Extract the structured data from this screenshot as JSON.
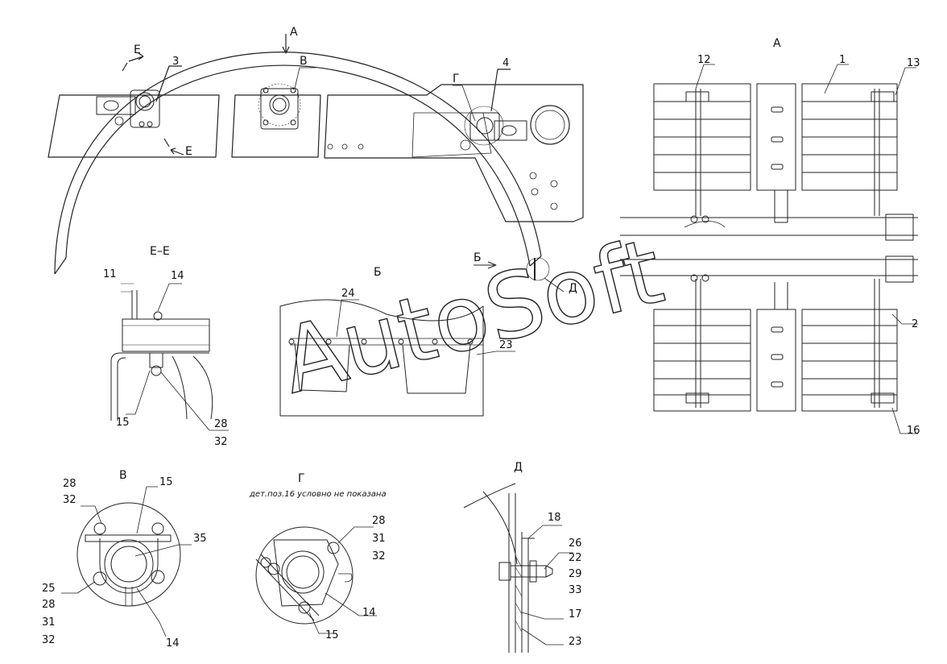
{
  "views": {
    "main_arrow_A": "А",
    "main_sec_E_top": "Е",
    "main_sec_E_bottom": "Е",
    "main_ref_V": "В",
    "main_ref_G": "Г",
    "main_ref_B": "Б",
    "main_ref_D": "Д",
    "view_A_title": "А",
    "view_B_title": "Б",
    "section_EE_title": "Е–Е",
    "detail_V_title": "В",
    "detail_G_title": "Г",
    "detail_G_note": "дет.поз.16 условно не показана",
    "detail_D_title": "Д"
  },
  "callouts": {
    "main_3": "3",
    "main_4": "4",
    "viewA_1": "1",
    "viewA_2": "2",
    "viewA_12": "12",
    "viewA_13": "13",
    "viewA_16": "16",
    "ee_11": "11",
    "ee_14": "14",
    "ee_15": "15",
    "ee_28": "28",
    "ee_32": "32",
    "b_23": "23",
    "b_24": "24",
    "v_28": "28",
    "v_32a": "32",
    "v_15": "15",
    "v_35": "35",
    "v_25": "25",
    "v_28b": "28",
    "v_31": "31",
    "v_32b": "32",
    "v_14": "14",
    "g_28": "28",
    "g_31": "31",
    "g_32": "32",
    "g_14": "14",
    "g_15": "15",
    "d_18": "18",
    "d_26": "26",
    "d_22": "22",
    "d_29": "29",
    "d_33": "33",
    "d_17": "17",
    "d_23": "23"
  },
  "watermark": "AutoSoft"
}
